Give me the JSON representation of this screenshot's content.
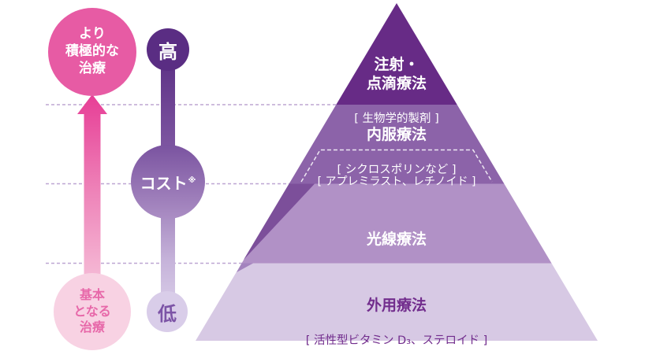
{
  "diagram_title": "treatment-intensity-cost-pyramid",
  "left_axis": {
    "top_circle": "より\n積極的な\n治療",
    "bottom_circle": "基本\nとなる\n治療"
  },
  "cost_axis": {
    "high": "高",
    "cost": "コスト",
    "cost_note": "※",
    "low": "低"
  },
  "pyramid": {
    "layers": [
      {
        "title": "注射・\n点滴療法",
        "subtitle": "[ 生物学的製剤 ]"
      },
      {
        "title": "内服療法",
        "subtitle": "[ シクロスポリンなど ]",
        "sub_box": "[ アプレミラスト、レチノイド ]"
      },
      {
        "title": "光線療法",
        "subtitle": ""
      },
      {
        "title": "外用療法",
        "subtitle": "[ 活性型ビタミン D₃、ステロイド ]"
      }
    ]
  },
  "colors": {
    "layer1": "#672b86",
    "layer2": "#8c63a9",
    "layer3": "#b191c6",
    "layer4": "#d7c9e4",
    "wedge_layer3": "#7c4f9a",
    "wedge_layer4": "#a383be",
    "pink_accent": "#e75ba4",
    "pink_pale": "#f8d2e3",
    "purple_dark": "#5a2d83",
    "purple_pale": "#d9cde9",
    "guide_dash": "#bda6d2",
    "layer4_text": "#722d8d"
  }
}
